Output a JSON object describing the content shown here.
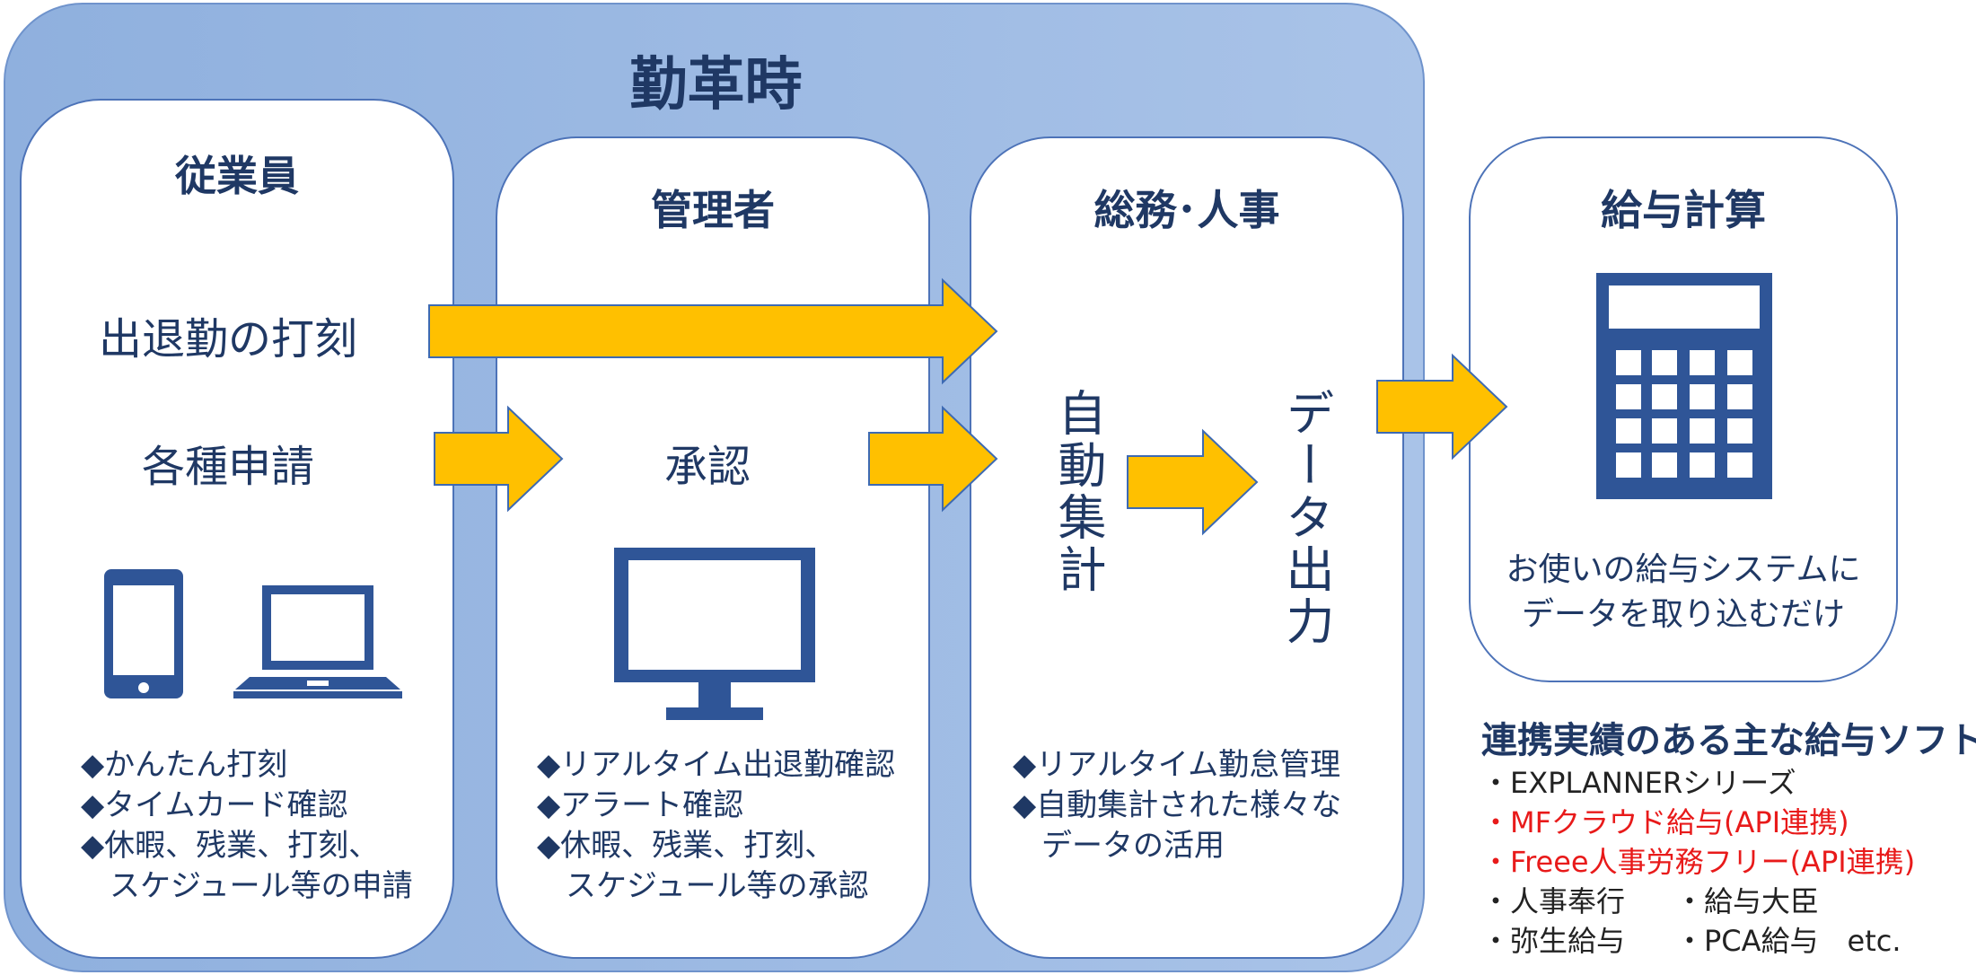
{
  "system": {
    "title": "勤革時"
  },
  "columns": [
    {
      "title": "従業員",
      "actions": [
        "出退勤の打刻",
        "各種申請"
      ],
      "devices": [
        "smartphone-icon",
        "laptop-icon"
      ],
      "bullets": [
        "◆かんたん打刻",
        "◆タイムカード確認",
        "◆休暇、残業、打刻、",
        "スケジュール等の申請"
      ]
    },
    {
      "title": "管理者",
      "actions": [
        "承認"
      ],
      "devices": [
        "monitor-icon"
      ],
      "bullets": [
        "◆リアルタイム出退勤確認",
        "◆アラート確認",
        "◆休暇、残業、打刻、",
        "スケジュール等の承認"
      ]
    },
    {
      "title": "総務･人事",
      "actions": [
        "自動集計",
        "データ出力"
      ],
      "bullets": [
        "◆リアルタイム勤怠管理",
        "◆自動集計された様々な",
        "データの活用"
      ]
    }
  ],
  "payroll": {
    "title": "給与計算",
    "icon": "calculator-icon",
    "caption": [
      "お使いの給与システムに",
      "データを取り込むだけ"
    ]
  },
  "software": {
    "title": "連携実績のある主な給与ソフト",
    "items": [
      {
        "text": "・EXPLANNERシリーズ",
        "color": "#222222"
      },
      {
        "text": "・MFクラウド給与(API連携)",
        "color": "#e81a1a"
      },
      {
        "text": "・Freee人事労務フリー(API連携)",
        "color": "#e81a1a"
      }
    ],
    "pairs": [
      [
        "・人事奉行",
        "・給与大臣"
      ],
      [
        "・弥生給与",
        "・PCA給与　etc."
      ]
    ]
  },
  "colors": {
    "arrow": "#ffc000",
    "accent": "#2f5597",
    "text": "#1f3864",
    "frame": "#9dbbe4"
  }
}
